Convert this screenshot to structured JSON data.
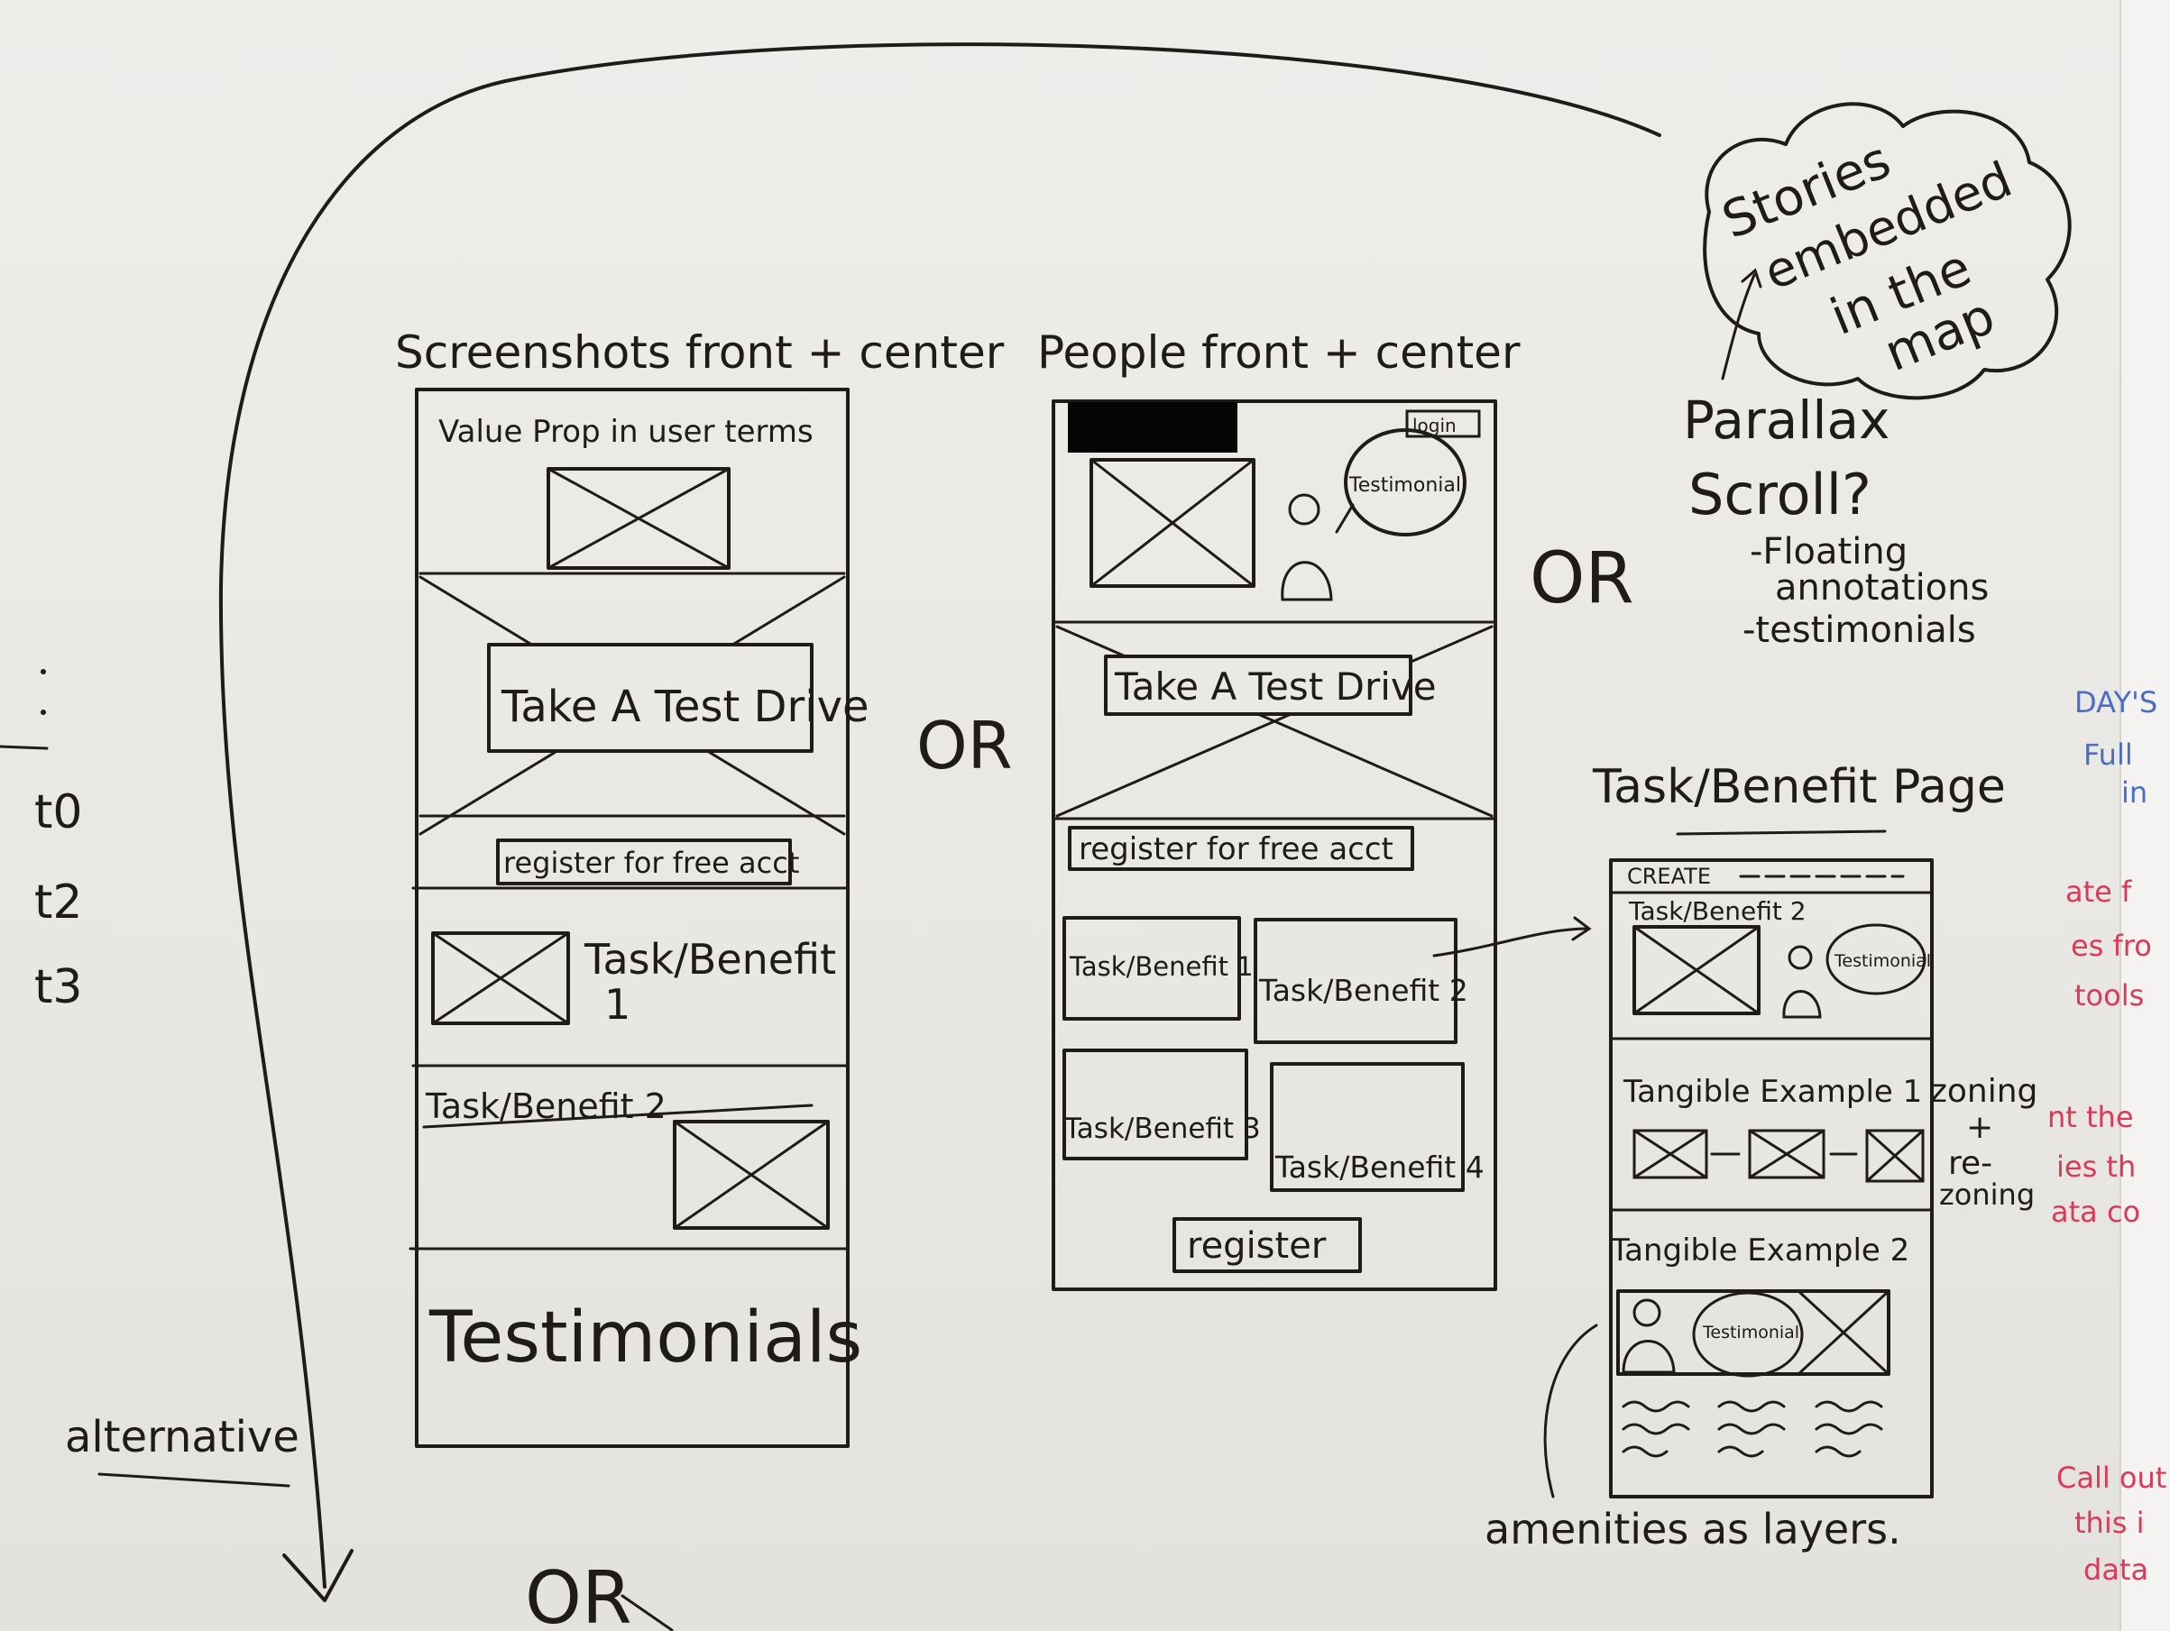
{
  "labels": {
    "screenshots_heading": "Screenshots front + center",
    "people_heading": "People front + center",
    "task_page_heading": "Task/Benefit Page",
    "or1": "OR",
    "or2": "OR",
    "or3": "OR",
    "alternative": "alternative",
    "t0": "t0",
    "t2": "t2",
    "t3": "t3",
    "amenities": "amenities as layers.",
    "zoning": "zoning",
    "plus": "+",
    "re": "re-",
    "zoning2": "zoning"
  },
  "cloud": {
    "line1": "Stories",
    "line2": "embedded",
    "line3": "in the",
    "line4": "map"
  },
  "parallax": {
    "line1": "Parallax",
    "line2": "Scroll?",
    "note1": "-Floating",
    "note2": "annotations",
    "note3": "-testimonials"
  },
  "mockup1": {
    "value_prop": "Value Prop in user terms",
    "test_drive": "Take A Test Drive",
    "register": "register for free acct",
    "task1_line1": "Task/Benefit",
    "task1_line2": "1",
    "task2": "Task/Benefit 2",
    "testimonials": "Testimonials"
  },
  "mockup2": {
    "login": "login",
    "testimonial": "Testimonial",
    "test_drive": "Take A Test Drive",
    "register": "register for free acct",
    "tile1": "Task/Benefit 1",
    "tile2": "Task/Benefit 2",
    "tile3": "Task/Benefit 3",
    "tile4": "Task/Benefit 4",
    "register_button": "register"
  },
  "mockup3": {
    "header": "CREATE",
    "section1": "Task/Benefit 2",
    "testimonial1": "Testimonial",
    "example1": "Tangible Example 1",
    "example2": "Tangible Example 2",
    "testimonial2": "Testimonial"
  },
  "edge_notes": {
    "blue1": "DAY'S",
    "blue2": "Full",
    "blue3": "in",
    "red1": "ate f",
    "red2": "es fro",
    "red3": "tools",
    "red4": "nt the",
    "red5": "ies th",
    "red6": "ata co",
    "red7": "Call out",
    "red8": "this i",
    "red9": "data"
  }
}
